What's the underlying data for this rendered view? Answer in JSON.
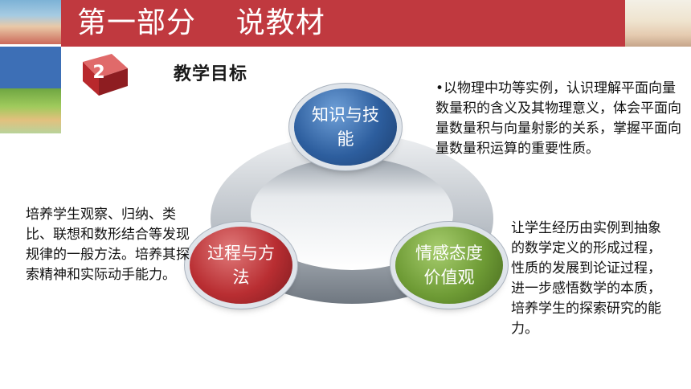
{
  "header": {
    "title": "第一部分    说教材"
  },
  "section": {
    "number": "2",
    "heading": "教学目标"
  },
  "diagram": {
    "nodes": [
      {
        "id": "knowledge",
        "label": "知识与技能"
      },
      {
        "id": "process",
        "label": "过程与方法"
      },
      {
        "id": "emotion",
        "label": "情感态度价值观"
      }
    ]
  },
  "descriptions": {
    "knowledge": "•以物理中功等实例，认识理解平面向量数量积的含义及其物理意义，体会平面向量数量积与向量射影的关系，掌握平面向量数量积运算的重要性质。",
    "process": "培养学生观察、归纳、类比、联想和数形结合等发现规律的一般方法。培养其探索精神和实际动手能力。",
    "emotion": "让学生经历由实例到抽象的数学定义的形成过程，性质的发展到论证过程，进一步感悟数学的本质，培养学生的探索研究的能力。"
  },
  "colors": {
    "header": "#c0393f",
    "blue_block": "#3d6fb6",
    "knowledge_node": "#2d5e9e",
    "process_node": "#b92e32",
    "emotion_node": "#6e9b35"
  }
}
